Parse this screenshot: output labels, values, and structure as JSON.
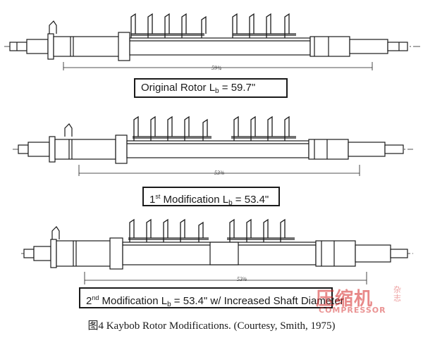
{
  "rotors": [
    {
      "dimension_mark": "59¾",
      "label_prefix": "Original Rotor L",
      "label_sub": "b",
      "label_suffix": " = 59.7\""
    },
    {
      "dimension_mark": "53⅜",
      "label_prefix": "1",
      "label_sup": "st",
      "label_mid": " Modification L",
      "label_sub": "b",
      "label_suffix": " = 53.4\""
    },
    {
      "dimension_mark": "53⅜",
      "label_prefix": "2",
      "label_sup": "nd",
      "label_mid": " Modification L",
      "label_sub": "b",
      "label_suffix": " = 53.4\" w/ Increased Shaft Diameter"
    }
  ],
  "caption": "图4  Kaybob Rotor Modifications. (Courtesy, Smith, 1975)",
  "watermark": {
    "main": "压缩机",
    "side": "杂志",
    "sub": "COMPRESSOR"
  },
  "colors": {
    "ink": "#1a1a1a",
    "watermark": "#d62828"
  }
}
